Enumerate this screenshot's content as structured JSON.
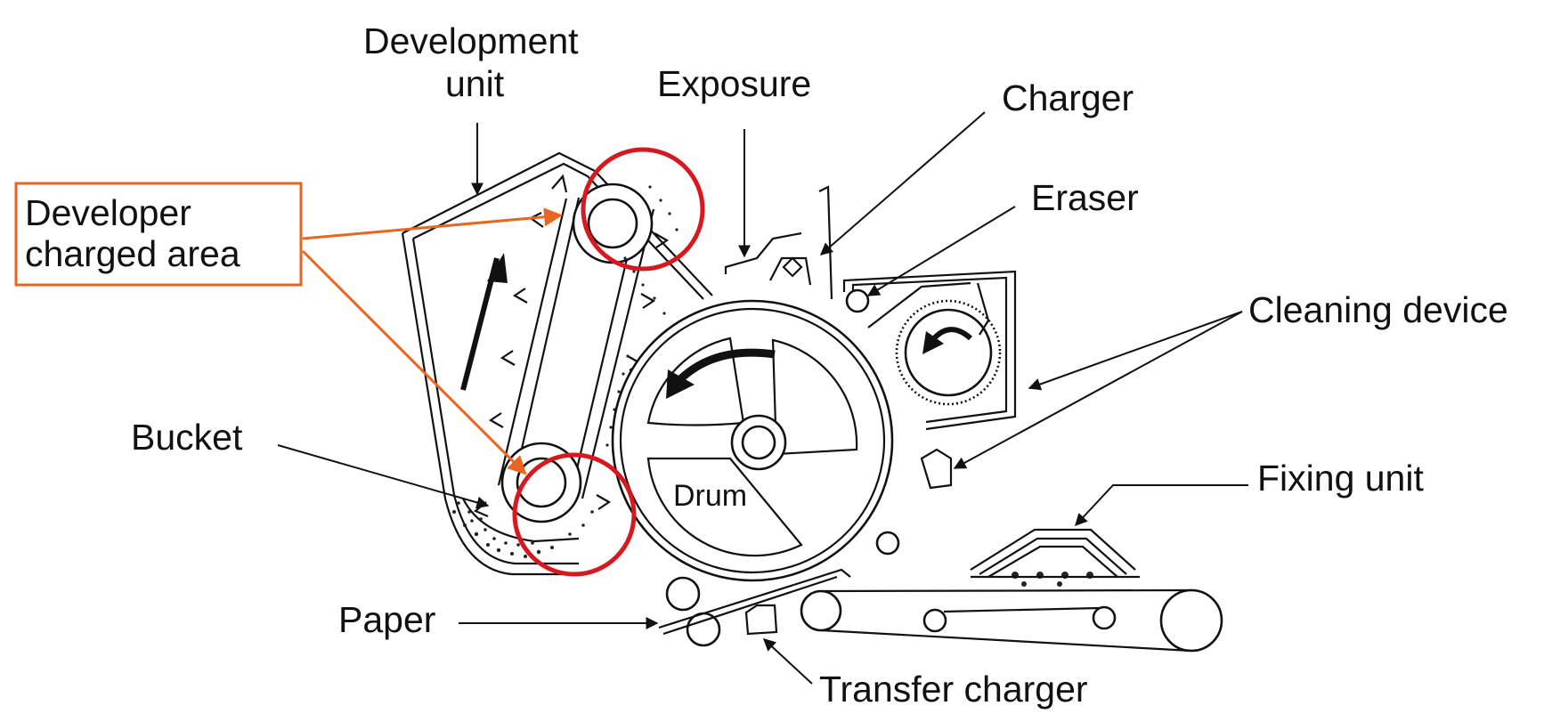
{
  "labels": {
    "development_unit_line1": "Development",
    "development_unit_line2": "unit",
    "exposure": "Exposure",
    "charger": "Charger",
    "eraser": "Eraser",
    "cleaning_device": "Cleaning device",
    "developer_charged_area_line1": "Developer",
    "developer_charged_area_line2": "charged area",
    "bucket": "Bucket",
    "drum": "Drum",
    "fixing_unit": "Fixing unit",
    "paper": "Paper",
    "transfer_charger": "Transfer charger"
  },
  "colors": {
    "callout_orange": "#e8661f",
    "highlight_red": "#d7191f",
    "line": "#111111"
  }
}
